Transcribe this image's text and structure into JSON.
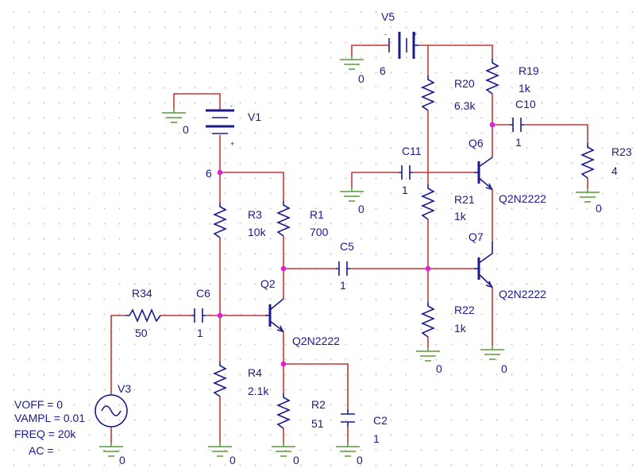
{
  "colors": {
    "wire": "#c03838",
    "part": "#1a1a8c",
    "ground": "#5a9a3a",
    "junction": "#e020e0",
    "background": "#ffffff",
    "grid_dot": "#c8c8c8"
  },
  "ground_label": "0",
  "node_label": "6",
  "sources": {
    "v5": {
      "name": "V5",
      "value": "6",
      "plus": "+",
      "minus": "-"
    },
    "v1": {
      "name": "V1",
      "minus": "-",
      "plus": "+"
    },
    "v3": {
      "name": "V3",
      "voff": "VOFF = 0",
      "vampl": "VAMPL = 0.01",
      "freq": "FREQ = 20k",
      "ac": "AC ="
    }
  },
  "resistors": {
    "r19": {
      "name": "R19",
      "value": "1k"
    },
    "r20": {
      "name": "R20",
      "value": "6.3k"
    },
    "r21": {
      "name": "R21",
      "value": "1k"
    },
    "r22": {
      "name": "R22",
      "value": "1k"
    },
    "r23": {
      "name": "R23",
      "value": "4"
    },
    "r3": {
      "name": "R3",
      "value": "10k"
    },
    "r1": {
      "name": "R1",
      "value": "700"
    },
    "r4": {
      "name": "R4",
      "value": "2.1k"
    },
    "r2": {
      "name": "R2",
      "value": "51"
    },
    "r34": {
      "name": "R34",
      "value": "50"
    }
  },
  "capacitors": {
    "c10": {
      "name": "C10",
      "value": "1"
    },
    "c11": {
      "name": "C11",
      "value": "1"
    },
    "c5": {
      "name": "C5",
      "value": "1"
    },
    "c6": {
      "name": "C6",
      "value": "1"
    },
    "c2": {
      "name": "C2",
      "value": "1"
    }
  },
  "transistors": {
    "q6": {
      "name": "Q6",
      "model": "Q2N2222"
    },
    "q7": {
      "name": "Q7",
      "model": "Q2N2222"
    },
    "q2": {
      "name": "Q2",
      "model": "Q2N2222"
    }
  }
}
